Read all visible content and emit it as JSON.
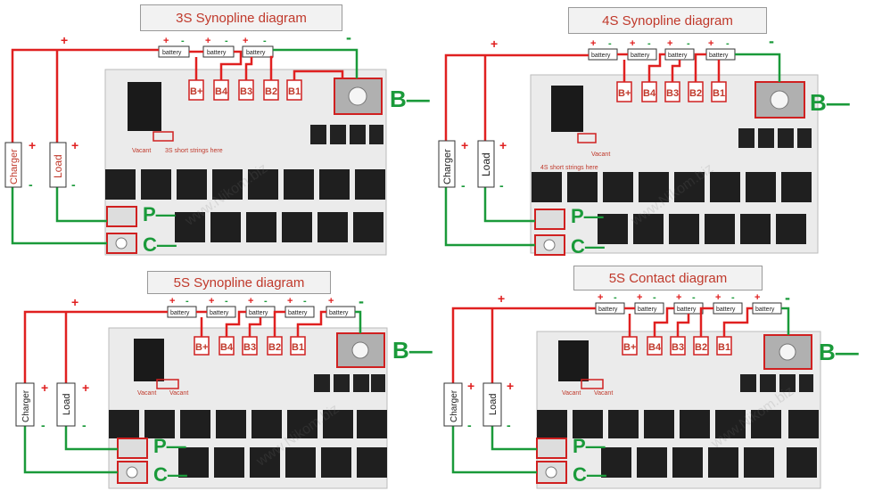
{
  "panels": [
    {
      "title": "3S Synopline diagram",
      "batteries": [
        "battery",
        "battery",
        "battery"
      ],
      "pads": [
        "B+",
        "B4",
        "B3",
        "B2",
        "B1"
      ],
      "labels": [
        "Vacant",
        "3S short strings here"
      ],
      "terminals": {
        "b_minus": "B—",
        "p_minus": "P—",
        "c_minus": "C—"
      },
      "charger": "Charger",
      "load": "Load"
    },
    {
      "title": "4S Synopline diagram",
      "batteries": [
        "battery",
        "battery",
        "battery",
        "battery"
      ],
      "pads": [
        "B+",
        "B4",
        "B3",
        "B2",
        "B1"
      ],
      "labels": [
        "Vacant",
        "4S short strings here"
      ],
      "terminals": {
        "b_minus": "B—",
        "p_minus": "P—",
        "c_minus": "C—"
      },
      "charger": "Charger",
      "load": "Load"
    },
    {
      "title": "5S Synopline diagram",
      "batteries": [
        "battery",
        "battery",
        "battery",
        "battery",
        "battery"
      ],
      "pads": [
        "B+",
        "B4",
        "B3",
        "B2",
        "B1"
      ],
      "labels": [
        "Vacant",
        "Vacant"
      ],
      "terminals": {
        "b_minus": "B—",
        "p_minus": "P—",
        "c_minus": "C—"
      },
      "charger": "Charger",
      "load": "Load"
    },
    {
      "title": "5S Contact diagram",
      "batteries": [
        "battery",
        "battery",
        "battery",
        "battery",
        "battery"
      ],
      "pads": [
        "B+",
        "B4",
        "B3",
        "B2",
        "B1"
      ],
      "labels": [
        "Vacant",
        "Vacant"
      ],
      "terminals": {
        "b_minus": "B—",
        "p_minus": "P—",
        "c_minus": "C—"
      },
      "charger": "Charger",
      "load": "Load"
    }
  ],
  "signs": {
    "plus": "+",
    "minus": "-"
  },
  "watermark": "www.Nikom.biz",
  "colors": {
    "positive": "#e02020",
    "negative": "#1a9a3a",
    "accent": "#c0392b",
    "board": "#e8e8e8"
  }
}
